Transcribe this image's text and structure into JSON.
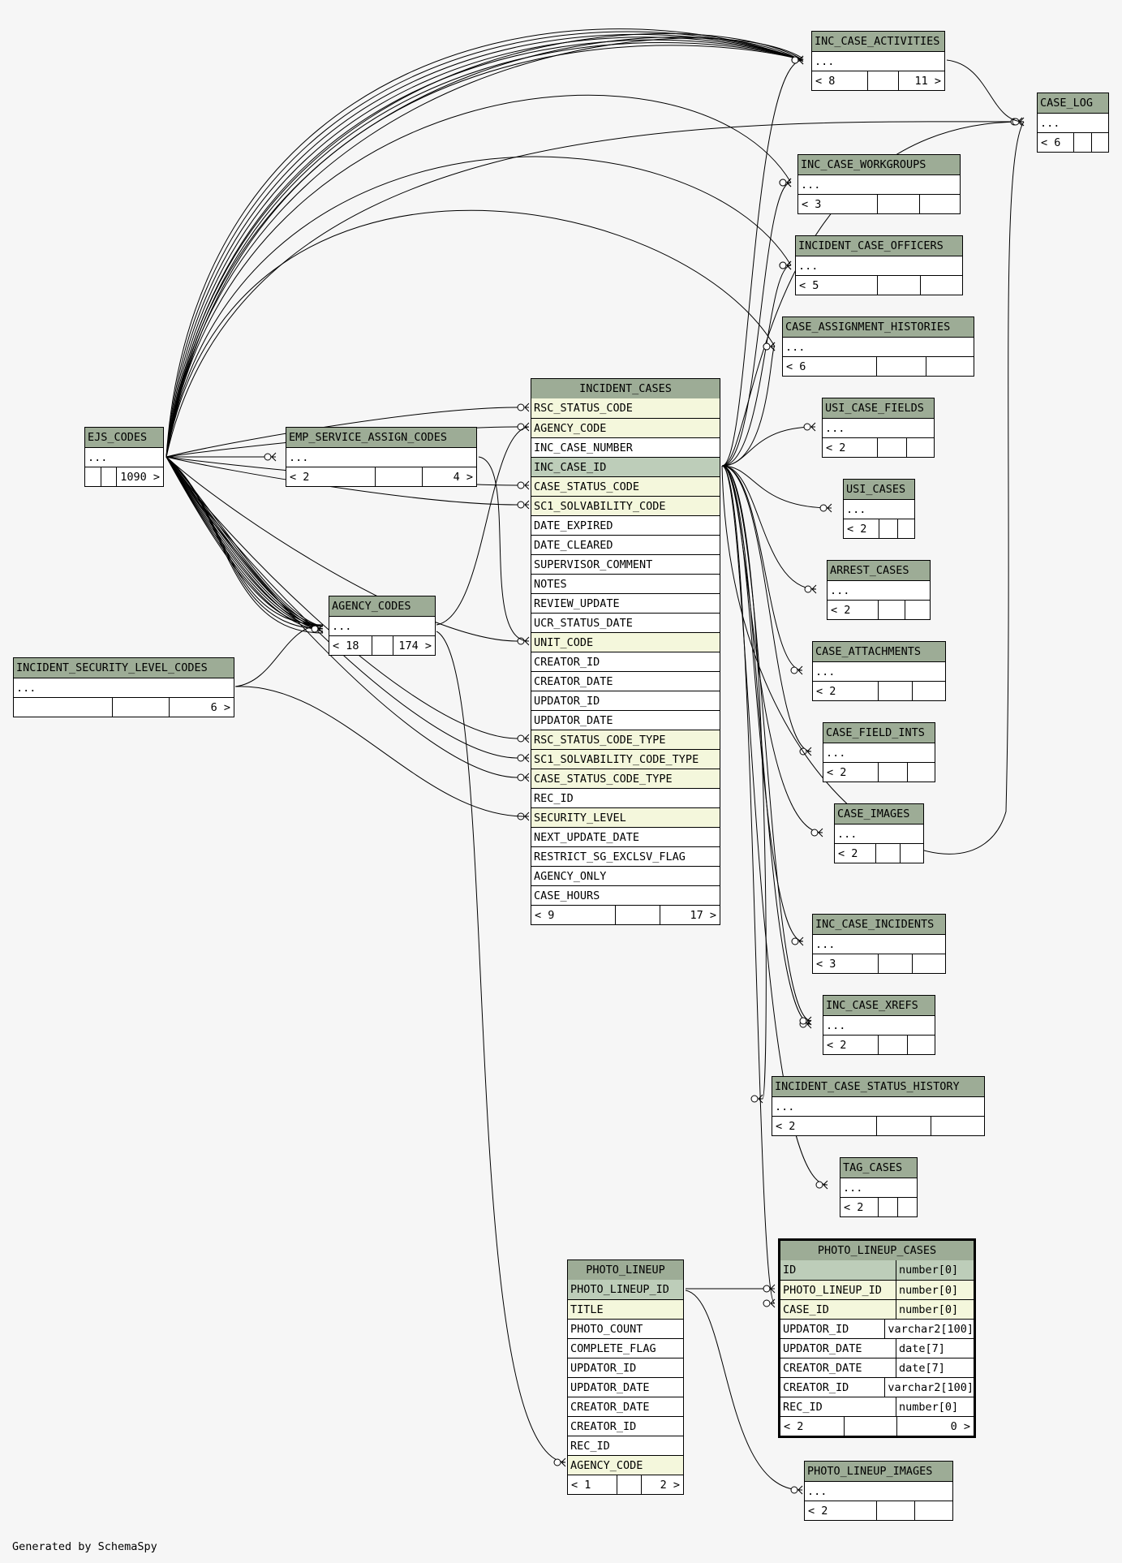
{
  "footer": "Generated by SchemaSpy",
  "tables": {
    "inc_case_activities": {
      "name": "INC_CASE_ACTIVITIES",
      "ellipsis": "...",
      "left": "< 8",
      "mid": "",
      "right": "11 >"
    },
    "case_log": {
      "name": "CASE_LOG",
      "ellipsis": "...",
      "left": "< 6",
      "mid": "",
      "right": ""
    },
    "inc_case_workgroups": {
      "name": "INC_CASE_WORKGROUPS",
      "ellipsis": "...",
      "left": "< 3",
      "mid": "",
      "right": ""
    },
    "incident_case_officers": {
      "name": "INCIDENT_CASE_OFFICERS",
      "ellipsis": "...",
      "left": "< 5",
      "mid": "",
      "right": ""
    },
    "case_assignment_histories": {
      "name": "CASE_ASSIGNMENT_HISTORIES",
      "ellipsis": "...",
      "left": "< 6",
      "mid": "",
      "right": ""
    },
    "usi_case_fields": {
      "name": "USI_CASE_FIELDS",
      "ellipsis": "...",
      "left": "< 2",
      "mid": "",
      "right": ""
    },
    "usi_cases": {
      "name": "USI_CASES",
      "ellipsis": "...",
      "left": "< 2",
      "mid": "",
      "right": ""
    },
    "arrest_cases": {
      "name": "ARREST_CASES",
      "ellipsis": "...",
      "left": "< 2",
      "mid": "",
      "right": ""
    },
    "case_attachments": {
      "name": "CASE_ATTACHMENTS",
      "ellipsis": "...",
      "left": "< 2",
      "mid": "",
      "right": ""
    },
    "case_field_ints": {
      "name": "CASE_FIELD_INTS",
      "ellipsis": "...",
      "left": "< 2",
      "mid": "",
      "right": ""
    },
    "case_images": {
      "name": "CASE_IMAGES",
      "ellipsis": "...",
      "left": "< 2",
      "mid": "",
      "right": ""
    },
    "inc_case_incidents": {
      "name": "INC_CASE_INCIDENTS",
      "ellipsis": "...",
      "left": "< 3",
      "mid": "",
      "right": ""
    },
    "inc_case_xrefs": {
      "name": "INC_CASE_XREFS",
      "ellipsis": "...",
      "left": "< 2",
      "mid": "",
      "right": ""
    },
    "incident_case_status_history": {
      "name": "INCIDENT_CASE_STATUS_HISTORY",
      "ellipsis": "...",
      "left": "< 2",
      "mid": "",
      "right": ""
    },
    "tag_cases": {
      "name": "TAG_CASES",
      "ellipsis": "...",
      "left": "< 2",
      "mid": "",
      "right": ""
    },
    "photo_lineup_images": {
      "name": "PHOTO_LINEUP_IMAGES",
      "ellipsis": "...",
      "left": "< 2",
      "mid": "",
      "right": ""
    },
    "ejs_codes": {
      "name": "EJS_CODES",
      "ellipsis": "...",
      "left": "",
      "mid": "",
      "right": "1090 >"
    },
    "emp_service_assign_codes": {
      "name": "EMP_SERVICE_ASSIGN_CODES",
      "ellipsis": "...",
      "left": "< 2",
      "mid": "",
      "right": "4 >"
    },
    "agency_codes": {
      "name": "AGENCY_CODES",
      "ellipsis": "...",
      "left": "< 18",
      "mid": "",
      "right": "174 >"
    },
    "incident_security_level_codes": {
      "name": "INCIDENT_SECURITY_LEVEL_CODES",
      "ellipsis": "...",
      "left": "",
      "mid": "",
      "right": "6 >"
    },
    "incident_cases": {
      "name": "INCIDENT_CASES",
      "columns": [
        {
          "name": "RSC_STATUS_CODE",
          "kind": "fk"
        },
        {
          "name": "AGENCY_CODE",
          "kind": "fk"
        },
        {
          "name": "INC_CASE_NUMBER",
          "kind": ""
        },
        {
          "name": "INC_CASE_ID",
          "kind": "pk"
        },
        {
          "name": "CASE_STATUS_CODE",
          "kind": "fk"
        },
        {
          "name": "SC1_SOLVABILITY_CODE",
          "kind": "fk"
        },
        {
          "name": "DATE_EXPIRED",
          "kind": ""
        },
        {
          "name": "DATE_CLEARED",
          "kind": ""
        },
        {
          "name": "SUPERVISOR_COMMENT",
          "kind": ""
        },
        {
          "name": "NOTES",
          "kind": ""
        },
        {
          "name": "REVIEW_UPDATE",
          "kind": ""
        },
        {
          "name": "UCR_STATUS_DATE",
          "kind": ""
        },
        {
          "name": "UNIT_CODE",
          "kind": "fk"
        },
        {
          "name": "CREATOR_ID",
          "kind": ""
        },
        {
          "name": "CREATOR_DATE",
          "kind": ""
        },
        {
          "name": "UPDATOR_ID",
          "kind": ""
        },
        {
          "name": "UPDATOR_DATE",
          "kind": ""
        },
        {
          "name": "RSC_STATUS_CODE_TYPE",
          "kind": "fk"
        },
        {
          "name": "SC1_SOLVABILITY_CODE_TYPE",
          "kind": "fk"
        },
        {
          "name": "CASE_STATUS_CODE_TYPE",
          "kind": "fk"
        },
        {
          "name": "REC_ID",
          "kind": ""
        },
        {
          "name": "SECURITY_LEVEL",
          "kind": "fk"
        },
        {
          "name": "NEXT_UPDATE_DATE",
          "kind": ""
        },
        {
          "name": "RESTRICT_SG_EXCLSV_FLAG",
          "kind": ""
        },
        {
          "name": "AGENCY_ONLY",
          "kind": ""
        },
        {
          "name": "CASE_HOURS",
          "kind": ""
        }
      ],
      "left": "< 9",
      "mid": "",
      "right": "17 >"
    },
    "photo_lineup": {
      "name": "PHOTO_LINEUP",
      "columns": [
        {
          "name": "PHOTO_LINEUP_ID",
          "kind": "pk"
        },
        {
          "name": "TITLE",
          "kind": "fk"
        },
        {
          "name": "PHOTO_COUNT",
          "kind": ""
        },
        {
          "name": "COMPLETE_FLAG",
          "kind": ""
        },
        {
          "name": "UPDATOR_ID",
          "kind": ""
        },
        {
          "name": "UPDATOR_DATE",
          "kind": ""
        },
        {
          "name": "CREATOR_DATE",
          "kind": ""
        },
        {
          "name": "CREATOR_ID",
          "kind": ""
        },
        {
          "name": "REC_ID",
          "kind": ""
        },
        {
          "name": "AGENCY_CODE",
          "kind": "fk"
        }
      ],
      "left": "< 1",
      "mid": "",
      "right": "2 >"
    },
    "photo_lineup_cases": {
      "name": "PHOTO_LINEUP_CASES",
      "columns": [
        {
          "name": "ID",
          "type": "number[0]",
          "kind": "pk"
        },
        {
          "name": "PHOTO_LINEUP_ID",
          "type": "number[0]",
          "kind": "fk"
        },
        {
          "name": "CASE_ID",
          "type": "number[0]",
          "kind": "fk"
        },
        {
          "name": "UPDATOR_ID",
          "type": "varchar2[100]",
          "kind": ""
        },
        {
          "name": "UPDATOR_DATE",
          "type": "date[7]",
          "kind": ""
        },
        {
          "name": "CREATOR_DATE",
          "type": "date[7]",
          "kind": ""
        },
        {
          "name": "CREATOR_ID",
          "type": "varchar2[100]",
          "kind": ""
        },
        {
          "name": "REC_ID",
          "type": "number[0]",
          "kind": ""
        }
      ],
      "left": "< 2",
      "mid": "",
      "right": "0 >"
    }
  }
}
